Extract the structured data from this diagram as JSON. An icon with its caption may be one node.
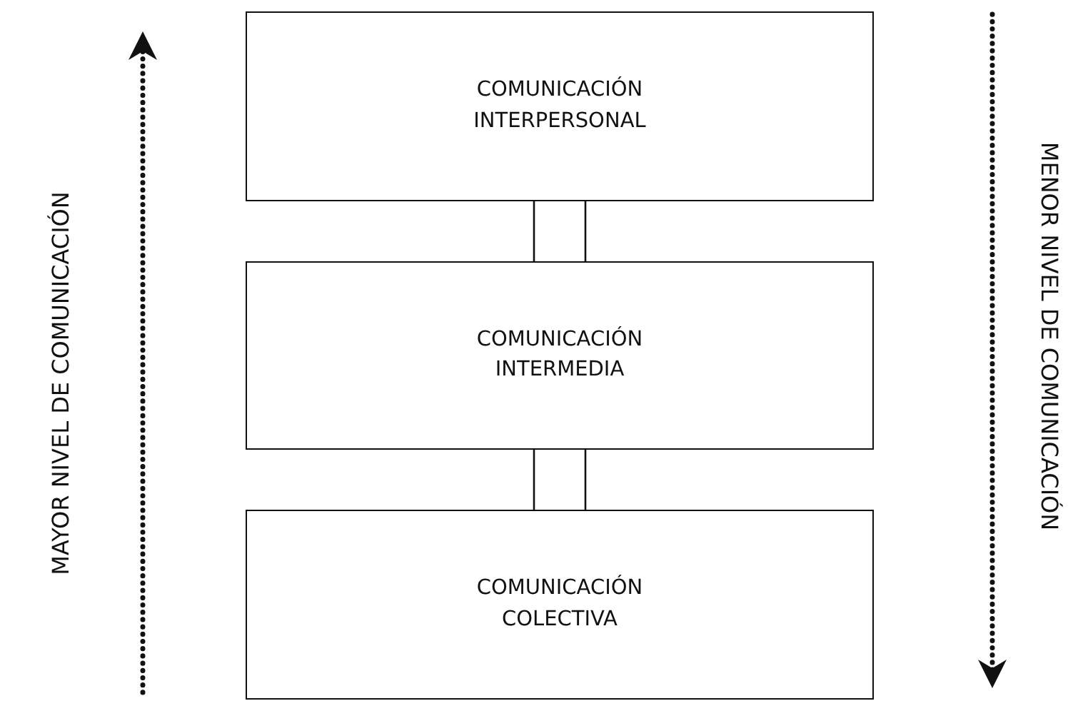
{
  "diagram": {
    "nodes": [
      {
        "text": [
          "COMUNICACIÓN INTERPERSONAL"
        ]
      },
      {
        "text": [
          "COMUNICACIÓN INTERMEDIA"
        ]
      },
      {
        "text": [
          "COMUNICACIÓN COLECTIVA"
        ]
      }
    ],
    "edges": [
      {
        "from": 0,
        "to": 1,
        "arrow": "none"
      },
      {
        "from": 1,
        "to": 2,
        "arrow": "none"
      }
    ],
    "labels": [
      "MAYOR NIVEL DE COMUNICACIÓN",
      "MENOR NIVEL DE COMUNICACIÓN"
    ]
  }
}
